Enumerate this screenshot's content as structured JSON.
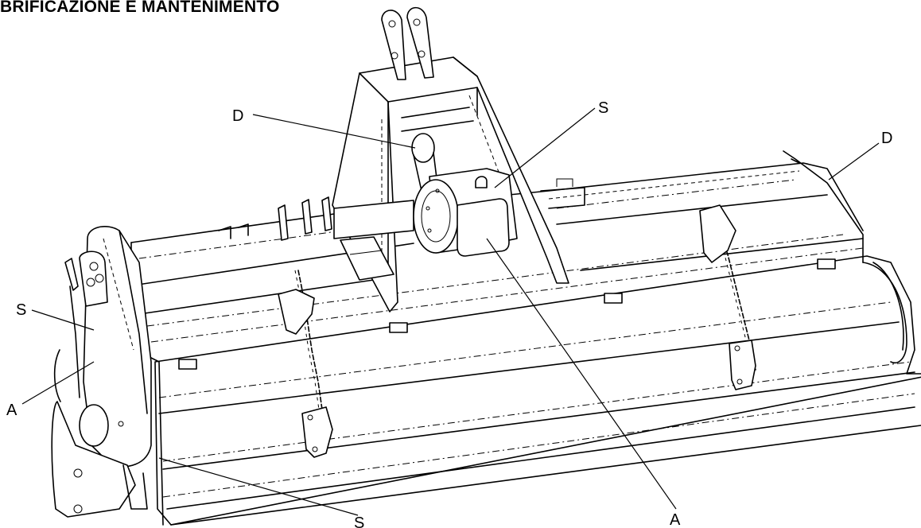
{
  "title": "BRIFICAZIONE E MANTENIMENTO",
  "callouts": [
    {
      "id": "d-top-left",
      "label": "D"
    },
    {
      "id": "s-top-center",
      "label": "S"
    },
    {
      "id": "d-top-right",
      "label": "D"
    },
    {
      "id": "s-left",
      "label": "S"
    },
    {
      "id": "a-left",
      "label": "A"
    },
    {
      "id": "a-bottom-right",
      "label": "A"
    },
    {
      "id": "s-bottom",
      "label": "S"
    }
  ]
}
